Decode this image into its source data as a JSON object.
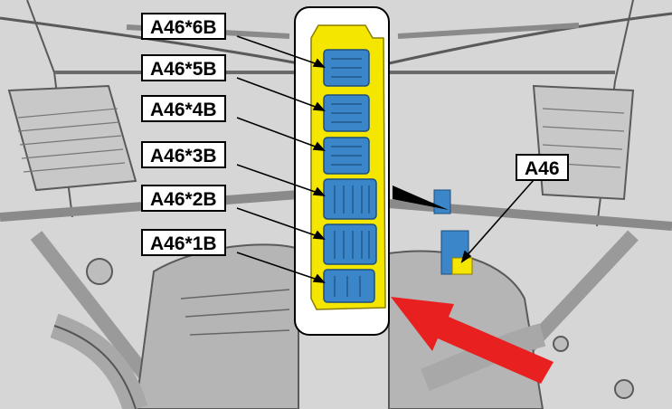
{
  "labels": {
    "a46_6b": "A46*6B",
    "a46_5b": "A46*5B",
    "a46_4b": "A46*4B",
    "a46_3b": "A46*3B",
    "a46_2b": "A46*2B",
    "a46_1b": "A46*1B",
    "a46": "A46"
  },
  "colors": {
    "module_housing": "#f5e600",
    "connector": "#3a86c8",
    "arrow": "#e8201f",
    "background": "#d9d9d9"
  }
}
